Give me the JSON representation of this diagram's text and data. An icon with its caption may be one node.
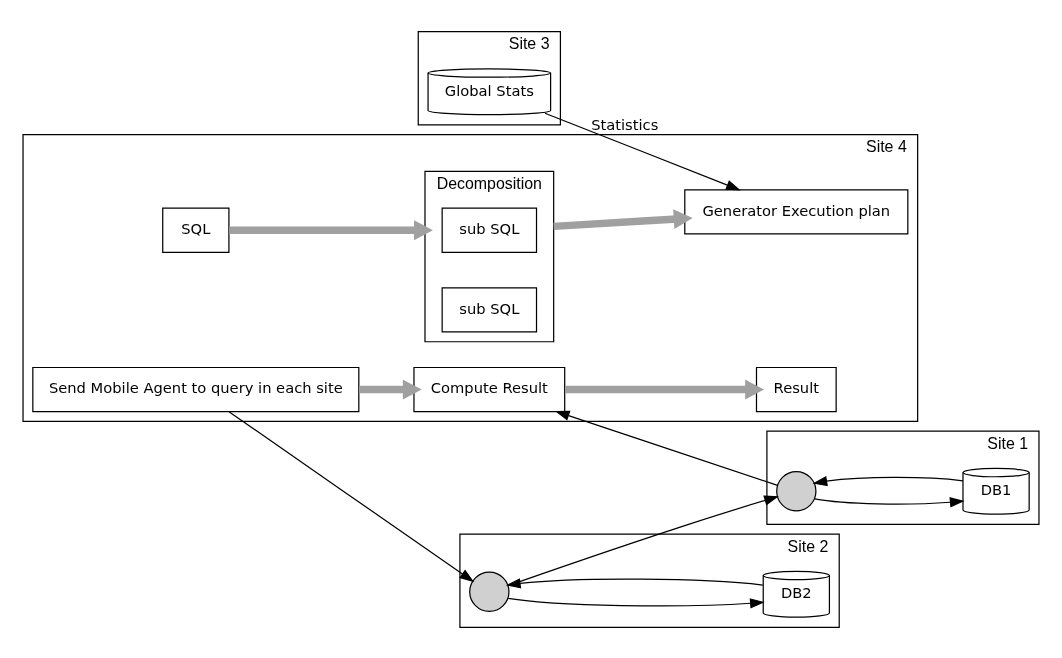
{
  "diagram": {
    "nodes": [
      {
        "text": [
          "Site 4"
        ]
      },
      {
        "text": [
          "SQL"
        ],
        "in": 0
      },
      {
        "text": [
          "Decomposition"
        ],
        "in": 0
      },
      {
        "text": [
          "sub SQL"
        ],
        "in": 2
      },
      {
        "text": [
          "sub SQL"
        ],
        "in": 2
      },
      {
        "text": [
          "Generator Execution plan"
        ],
        "in": 0
      },
      {
        "text": [
          "Result"
        ],
        "in": 0
      },
      {
        "text": [
          "Compute Result"
        ],
        "in": 0
      },
      {
        "text": [
          "Send Mobile Agent to query in each site"
        ],
        "in": 0
      },
      {
        "text": [
          "Site 3"
        ]
      },
      {
        "text": [
          "Global Stats"
        ],
        "in": 9
      },
      {
        "text": [
          "Site 1"
        ]
      },
      {
        "text": [],
        "shape": "circle",
        "in": 11
      },
      {
        "text": [
          "DB1"
        ],
        "in": 11
      },
      {
        "text": [
          "Site 2"
        ]
      },
      {
        "text": [],
        "shape": "circle",
        "in": 14
      },
      {
        "text": [
          "DB2"
        ],
        "in": 14
      }
    ],
    "edges": [
      {
        "from": 1,
        "to": 2,
        "arrow": "to",
        "style": "thick",
        "color": "#a0a0a0"
      },
      {
        "from": 2,
        "to": 5,
        "arrow": "to",
        "style": "thick",
        "color": "#a0a0a0"
      },
      {
        "from": 10,
        "to": 5,
        "arrow": "to",
        "label": "Statistics"
      },
      {
        "from": 8,
        "to": 7,
        "arrow": "to",
        "style": "thick",
        "color": "#a0a0a0"
      },
      {
        "from": 7,
        "to": 6,
        "arrow": "to",
        "style": "thick",
        "color": "#a0a0a0"
      },
      {
        "from": 12,
        "to": 7,
        "arrow": "to"
      },
      {
        "from": 8,
        "to": 15,
        "arrow": "to"
      },
      {
        "from": 15,
        "to": 12,
        "arrow": "to"
      },
      {
        "from": 13,
        "to": 12,
        "arrow": "to"
      },
      {
        "from": 12,
        "to": 13,
        "arrow": "to"
      },
      {
        "from": 16,
        "to": 15,
        "arrow": "to"
      },
      {
        "from": 15,
        "to": 16,
        "arrow": "to"
      }
    ]
  }
}
